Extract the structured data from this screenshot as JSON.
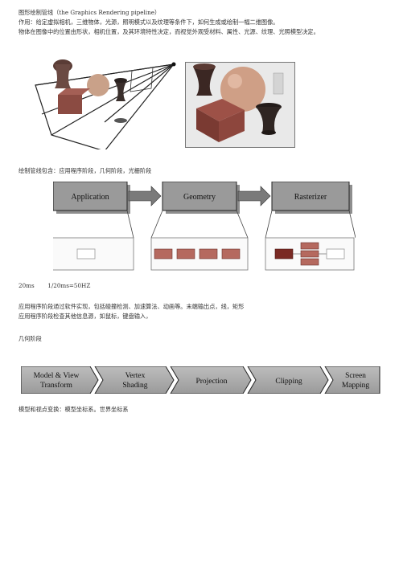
{
  "doc": {
    "title_line": "图形绘制管线（the Graphics Rendering pipeline）",
    "purpose_line": "作用：给定虚拟相机，三维物体，光源，照明模式以及纹理等条件下，如何生成或绘制一幅二维图像。",
    "factors_line": "物体在图像中的位置由形状，相机位置，及其环境特性决定，而视觉外观受材料、属性、光源、纹理、光照模型决定。",
    "stages_intro": "绘制管线包含：应用程序阶段，几何阶段，光栅阶段",
    "timing_a": "20ms",
    "timing_b": "1/20ms=50HZ",
    "app_stage_1": "应用程序阶段通过软件实现，包括碰撞检测、加速算法、动画等。末端输出点，线，矩形",
    "app_stage_2": "应用程序阶段检查其他信息源，如鼠标，键盘输入，",
    "geometry_heading": "几何阶段",
    "model_transform_line": "模型和视点变换：模型坐标系。世界坐标系"
  },
  "pipeline": {
    "stages": [
      "Application",
      "Geometry",
      "Rasterizer"
    ]
  },
  "geometry_pipeline": {
    "stages": [
      "Model & View Transform",
      "Vertex Shading",
      "Projection",
      "Clipping",
      "Screen Mapping"
    ],
    "stage_lines": [
      [
        "Model & View",
        "Transform"
      ],
      [
        "Vertex",
        "Shading"
      ],
      [
        "Projection"
      ],
      [
        "Clipping"
      ],
      [
        "Screen",
        "Mapping"
      ]
    ]
  },
  "colors": {
    "stage_fill": "#8a8a8a",
    "stage_dark": "#3a3a3a",
    "substage_fill": "#b0675f",
    "substage_dark": "#6a2f2a"
  }
}
